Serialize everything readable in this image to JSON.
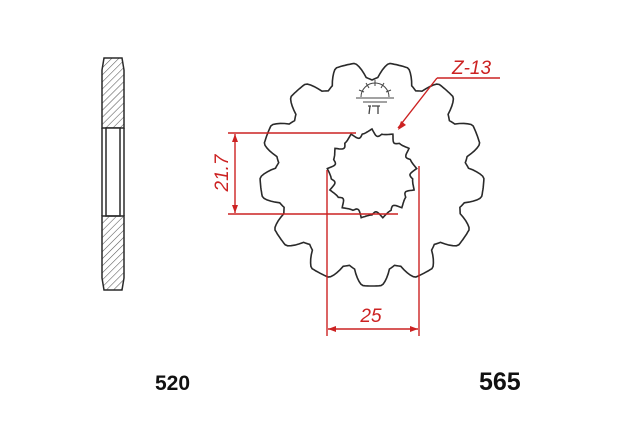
{
  "sprocket": {
    "teeth_label": "Z-13",
    "dim_height_label": "21.7",
    "dim_width_label": "25",
    "chain_size": "520",
    "part_number": "565",
    "colors": {
      "outline": "#2a2a2a",
      "dimension": "#cc2222",
      "hatch": "#555555"
    },
    "icons": [
      "sun-logo-icon"
    ]
  }
}
